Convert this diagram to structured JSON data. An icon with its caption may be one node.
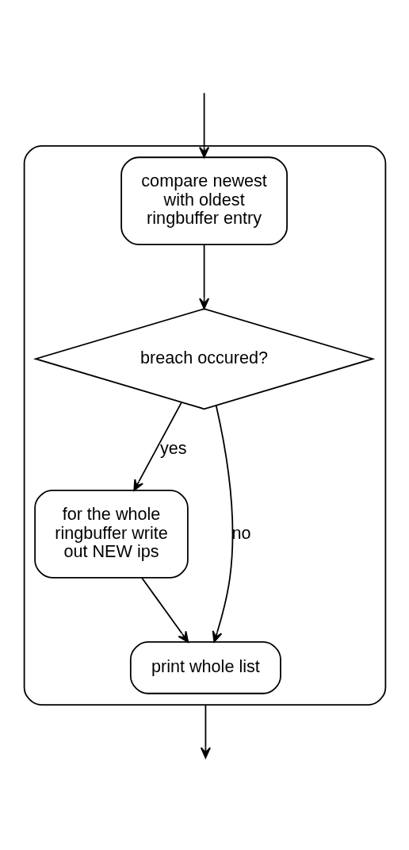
{
  "diagram": {
    "nodes": [
      {
        "text": [],
        "shape": "box"
      },
      {
        "text": [
          "compare newest with oldest ringbuffer entry"
        ],
        "in": 0
      },
      {
        "text": [
          "breach occured?"
        ],
        "in": 0
      },
      {
        "text": [
          "for the whole ringbuffer write out NEW ips"
        ],
        "in": 0
      },
      {
        "text": [
          "print whole list"
        ],
        "in": 0
      }
    ],
    "edges": [
      {
        "from": null,
        "to": 1,
        "arrow": "to"
      },
      {
        "from": 1,
        "to": 2,
        "arrow": "to"
      },
      {
        "from": 2,
        "to": 3,
        "arrow": "to",
        "label": "yes"
      },
      {
        "from": 2,
        "to": 4,
        "arrow": "to",
        "label": "no"
      },
      {
        "from": 3,
        "to": 4,
        "arrow": "to"
      },
      {
        "from": 0,
        "to": null,
        "arrow": "to"
      }
    ]
  }
}
